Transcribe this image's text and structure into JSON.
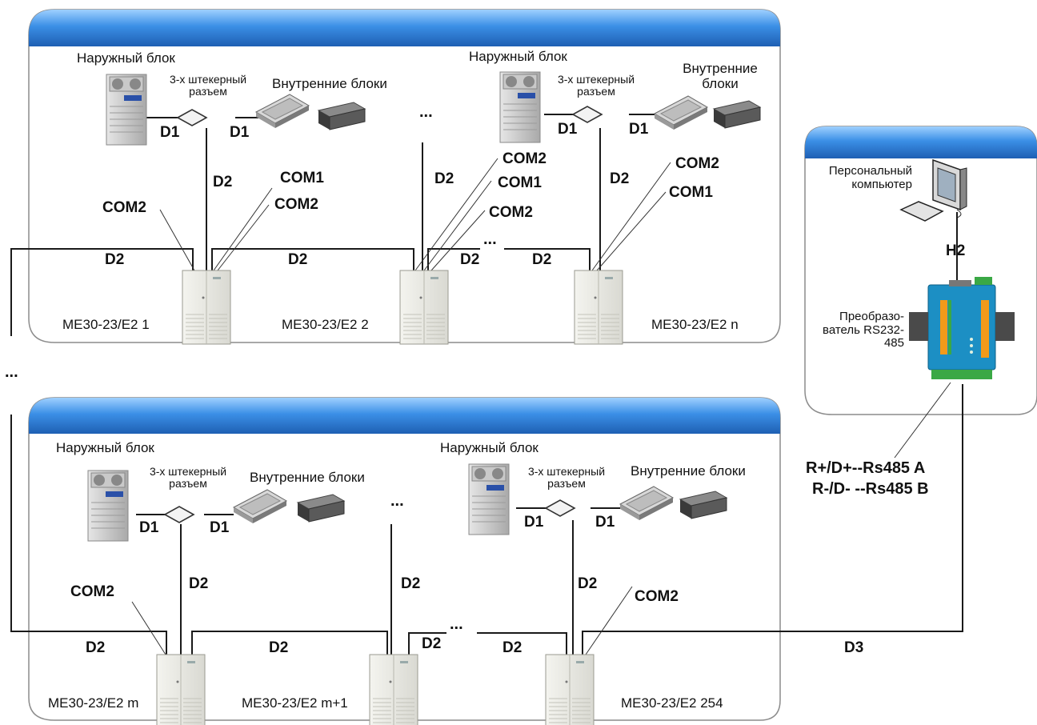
{
  "group1": {
    "outdoor_1": "Наружный блок",
    "connector_1": "3-х штекерный разъем",
    "indoor_1": "Внутренние блоки",
    "outdoor_2": "Наружный блок",
    "connector_2": "3-х штекерный разъем",
    "indoor_2": "Внутренние блоки",
    "d1_a": "D1",
    "d1_b": "D1",
    "d1_c": "D1",
    "d1_d": "D1",
    "d2_v1": "D2",
    "d2_v2": "D2",
    "d2_v3": "D2",
    "com2_left": "COM2",
    "com1_a": "COM1",
    "com2_a": "COM2",
    "com2_b": "COM2",
    "com1_b": "COM1",
    "com2_c": "COM2",
    "com2_d": "COM2",
    "com1_d": "COM1",
    "d2_h1": "D2",
    "d2_h2": "D2",
    "d2_h3": "D2",
    "d2_h4": "D2",
    "dots_top": "...",
    "dots_bus": "...",
    "module_1": "ME30-23/E2 1",
    "module_2": "ME30-23/E2 2",
    "module_n": "ME30-23/E2 n"
  },
  "group2": {
    "outdoor_1": "Наружный блок",
    "connector_1": "3-х штекерный разъем",
    "indoor_1": "Внутренние блоки",
    "outdoor_2": "Наружный блок",
    "connector_2": "3-х штекерный разъем",
    "indoor_2": "Внутренние блоки",
    "d1_a": "D1",
    "d1_b": "D1",
    "d1_c": "D1",
    "d1_d": "D1",
    "d2_v1": "D2",
    "d2_v2": "D2",
    "d2_v3": "D2",
    "com2_left": "COM2",
    "com2_right": "COM2",
    "d2_h1": "D2",
    "d2_h2": "D2",
    "d2_h3": "D2",
    "d2_h4": "D2",
    "d3": "D3",
    "dots_top": "...",
    "dots_bus": "...",
    "module_m": "ME30-23/E2 m",
    "module_m1": "ME30-23/E2 m+1",
    "module_254": "ME30-23/E2 254"
  },
  "pc_panel": {
    "pc_label": "Персональный компьютер",
    "h2": "H2",
    "converter_label": "Преобразо-ватель RS232-485",
    "rs485_a": "R+/D+--Rs485 A",
    "rs485_b": "R-/D- --Rs485 B"
  },
  "left_dots": "...",
  "colors": {
    "header_blue": "#2f7fd6",
    "panel_border": "#8c8c8c",
    "wire": "#1a1a1a"
  }
}
